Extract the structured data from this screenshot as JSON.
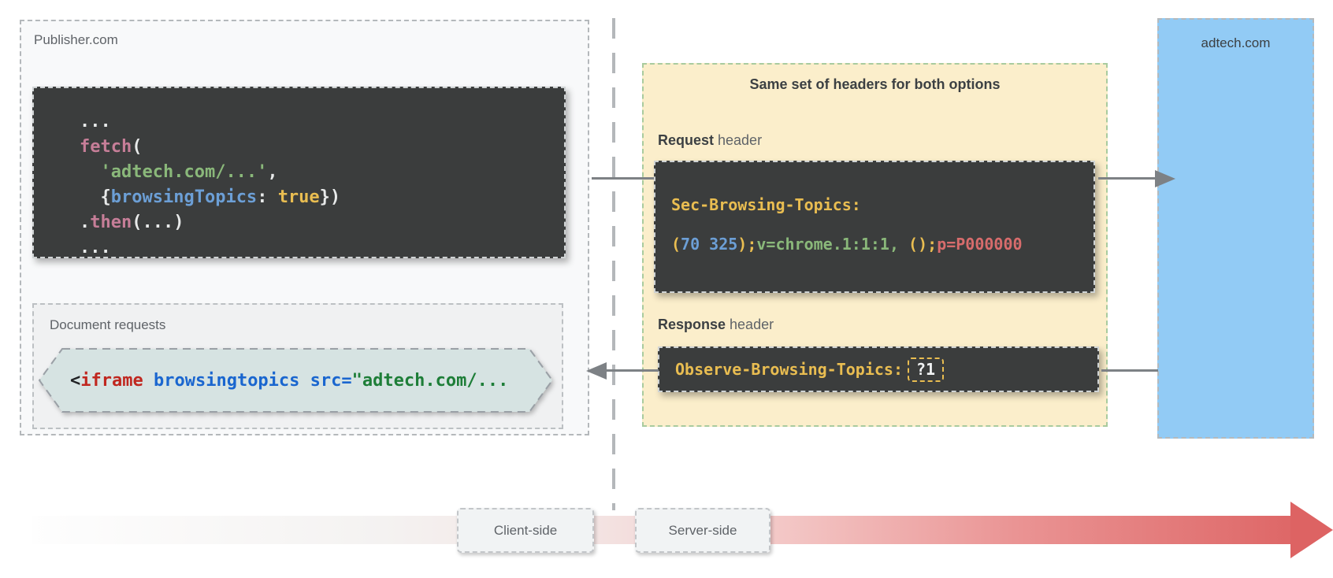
{
  "publisher": {
    "label": "Publisher.com",
    "fetch_code_lines": [
      [
        {
          "t": "...",
          "y": "plain"
        }
      ],
      [
        {
          "t": "fetch",
          "y": "func"
        },
        {
          "t": "(",
          "y": "plain"
        }
      ],
      [
        {
          "t": "  ",
          "y": "plain"
        },
        {
          "t": "'adtech.com/...'",
          "y": "string"
        },
        {
          "t": ",",
          "y": "plain"
        }
      ],
      [
        {
          "t": "  {",
          "y": "plain"
        },
        {
          "t": "browsingTopics",
          "y": "prop"
        },
        {
          "t": ": ",
          "y": "plain"
        },
        {
          "t": "true",
          "y": "bool"
        },
        {
          "t": "})",
          "y": "plain"
        }
      ],
      [
        {
          "t": ".",
          "y": "plain"
        },
        {
          "t": "then",
          "y": "func"
        },
        {
          "t": "(...)",
          "y": "plain"
        }
      ],
      [
        {
          "t": "...",
          "y": "plain"
        }
      ]
    ],
    "document_requests": {
      "label": "Document requests",
      "iframe_code": [
        {
          "t": "<",
          "y": "dark"
        },
        {
          "t": "iframe",
          "y": "tag"
        },
        {
          "t": " ",
          "y": "dark"
        },
        {
          "t": "browsingtopics",
          "y": "attr"
        },
        {
          "t": " ",
          "y": "dark"
        },
        {
          "t": "src=",
          "y": "attr"
        },
        {
          "t": "\"adtech.com/...",
          "y": "val"
        }
      ]
    }
  },
  "headers_panel": {
    "title": "Same set of headers for both options",
    "request_label_bold": "Request",
    "request_label_rest": " header",
    "response_label_bold": "Response",
    "response_label_rest": " header",
    "request_header_lines": [
      [
        {
          "t": "Sec-Browsing-Topics:",
          "y": "hname"
        }
      ],
      [
        {
          "t": "(",
          "y": "hpunct"
        },
        {
          "t": "70 325",
          "y": "hnum"
        },
        {
          "t": ");",
          "y": "hpunct"
        },
        {
          "t": "v=chrome.1:1:1,",
          "y": "hver"
        },
        {
          "t": " ();",
          "y": "hpunct"
        },
        {
          "t": "p=P000000",
          "y": "hpad"
        }
      ]
    ],
    "response_header_line": [
      {
        "t": "Observe-Browsing-Topics:",
        "y": "hname"
      },
      {
        "t": "?1",
        "y": "chip"
      }
    ]
  },
  "adtech": {
    "label": "adtech.com"
  },
  "timeline": {
    "client_label": "Client-side",
    "server_label": "Server-side"
  },
  "colors": {
    "publisher_bg": "#f8f9fa",
    "headers_panel_bg": "#fbeecb",
    "headers_panel_border": "#a9cb9e",
    "adtech_bg": "#92cbf5",
    "code_block_bg": "#3b3d3d",
    "hexagon_bg": "#d6e3e2",
    "token_keyword_pink": "#c67e98",
    "token_string_green": "#8ab87a",
    "token_prop_blue": "#6c9fd6",
    "token_value_yellow": "#e9bd51",
    "token_padding_red": "#d76c6c",
    "html_tag_red": "#c0271f",
    "html_attr_blue": "#1a66cf",
    "html_value_green": "#1e7e38",
    "arrow_gray": "#7d8185",
    "timeline_red": "#dd6363",
    "label_gray": "#5f6368"
  }
}
